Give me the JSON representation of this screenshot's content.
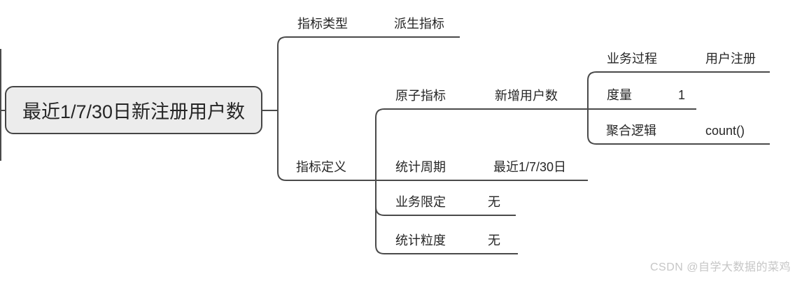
{
  "mindmap": {
    "root": {
      "label": "最近1/7/30日新注册用户数"
    },
    "metric_type": {
      "label": "指标类型",
      "value": "派生指标"
    },
    "metric_definition": {
      "label": "指标定义",
      "atomic_metric": {
        "label": "原子指标",
        "value": "新增用户数",
        "business_process": {
          "label": "业务过程",
          "value": "用户注册"
        },
        "measure": {
          "label": "度量",
          "value": "1"
        },
        "aggregation_logic": {
          "label": "聚合逻辑",
          "value": "count()"
        }
      },
      "statistic_period": {
        "label": "统计周期",
        "value": "最近1/7/30日"
      },
      "business_limit": {
        "label": "业务限定",
        "value": "无"
      },
      "statistic_granularity": {
        "label": "统计粒度",
        "value": "无"
      }
    }
  },
  "watermark": "CSDN @自学大数据的菜鸡",
  "colors": {
    "line": "#4a4a4a",
    "node_fill": "#ececec",
    "node_border": "#454545",
    "text": "#262626",
    "watermark": "#c6c6c6",
    "background": "#ffffff"
  }
}
